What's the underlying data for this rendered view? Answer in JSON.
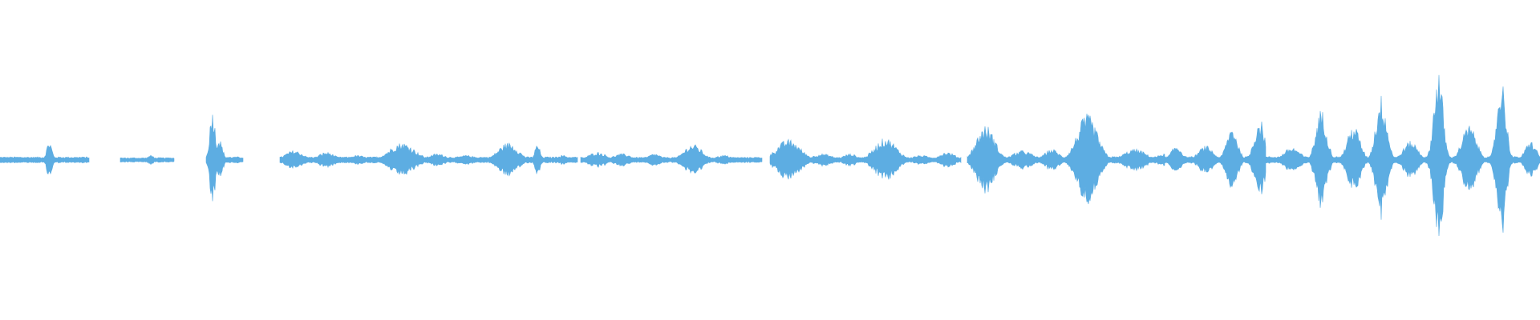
{
  "waveform": {
    "color": "#5dade2",
    "background": "#ffffff",
    "segments": [
      {
        "start": 0.0,
        "end": 0.058,
        "amp": 0.02,
        "bursts": [
          {
            "at": 0.032,
            "amp": 0.12,
            "w": 0.003
          }
        ]
      },
      {
        "start": 0.078,
        "end": 0.113,
        "amp": 0.015,
        "bursts": [
          {
            "at": 0.098,
            "amp": 0.03,
            "w": 0.004
          }
        ]
      },
      {
        "start": 0.134,
        "end": 0.158,
        "amp": 0.02,
        "bursts": [
          {
            "at": 0.138,
            "amp": 0.33,
            "w": 0.003
          },
          {
            "at": 0.142,
            "amp": 0.14,
            "w": 0.004
          }
        ]
      },
      {
        "start": 0.182,
        "end": 0.245,
        "amp": 0.02,
        "bursts": [
          {
            "at": 0.191,
            "amp": 0.06,
            "w": 0.01
          },
          {
            "at": 0.212,
            "amp": 0.05,
            "w": 0.009
          },
          {
            "at": 0.232,
            "amp": 0.03,
            "w": 0.009
          }
        ]
      },
      {
        "start": 0.245,
        "end": 0.318,
        "amp": 0.02,
        "bursts": [
          {
            "at": 0.261,
            "amp": 0.11,
            "w": 0.014
          },
          {
            "at": 0.284,
            "amp": 0.04,
            "w": 0.01
          },
          {
            "at": 0.303,
            "amp": 0.03,
            "w": 0.01
          }
        ]
      },
      {
        "start": 0.318,
        "end": 0.375,
        "amp": 0.02,
        "bursts": [
          {
            "at": 0.33,
            "amp": 0.11,
            "w": 0.011
          },
          {
            "at": 0.349,
            "amp": 0.1,
            "w": 0.003
          },
          {
            "at": 0.365,
            "amp": 0.03,
            "w": 0.008
          }
        ]
      },
      {
        "start": 0.377,
        "end": 0.433,
        "amp": 0.018,
        "bursts": [
          {
            "at": 0.388,
            "amp": 0.05,
            "w": 0.01
          },
          {
            "at": 0.404,
            "amp": 0.04,
            "w": 0.01
          },
          {
            "at": 0.425,
            "amp": 0.04,
            "w": 0.007
          }
        ]
      },
      {
        "start": 0.433,
        "end": 0.495,
        "amp": 0.018,
        "bursts": [
          {
            "at": 0.45,
            "amp": 0.1,
            "w": 0.01
          },
          {
            "at": 0.47,
            "amp": 0.03,
            "w": 0.01
          },
          {
            "at": 0.489,
            "amp": 0.02,
            "w": 0.006
          }
        ]
      },
      {
        "start": 0.5,
        "end": 0.56,
        "amp": 0.018,
        "bursts": [
          {
            "at": 0.512,
            "amp": 0.13,
            "w": 0.013
          },
          {
            "at": 0.534,
            "amp": 0.04,
            "w": 0.011
          },
          {
            "at": 0.552,
            "amp": 0.04,
            "w": 0.008
          }
        ]
      },
      {
        "start": 0.56,
        "end": 0.624,
        "amp": 0.018,
        "bursts": [
          {
            "at": 0.575,
            "amp": 0.14,
            "w": 0.012
          },
          {
            "at": 0.598,
            "amp": 0.03,
            "w": 0.01
          },
          {
            "at": 0.615,
            "amp": 0.05,
            "w": 0.009
          }
        ]
      },
      {
        "start": 0.628,
        "end": 0.69,
        "amp": 0.022,
        "bursts": [
          {
            "at": 0.64,
            "amp": 0.22,
            "w": 0.01
          },
          {
            "at": 0.664,
            "amp": 0.06,
            "w": 0.011
          },
          {
            "at": 0.683,
            "amp": 0.07,
            "w": 0.008
          }
        ]
      },
      {
        "start": 0.69,
        "end": 0.756,
        "amp": 0.022,
        "bursts": [
          {
            "at": 0.706,
            "amp": 0.29,
            "w": 0.011
          },
          {
            "at": 0.737,
            "amp": 0.07,
            "w": 0.012
          },
          {
            "at": 0.755,
            "amp": 0.04,
            "w": 0.006
          }
        ]
      },
      {
        "start": 0.756,
        "end": 0.822,
        "amp": 0.022,
        "bursts": [
          {
            "at": 0.764,
            "amp": 0.09,
            "w": 0.006
          },
          {
            "at": 0.783,
            "amp": 0.09,
            "w": 0.008
          },
          {
            "at": 0.8,
            "amp": 0.21,
            "w": 0.006
          },
          {
            "at": 0.818,
            "amp": 0.26,
            "w": 0.006
          }
        ]
      },
      {
        "start": 0.822,
        "end": 0.905,
        "amp": 0.022,
        "bursts": [
          {
            "at": 0.839,
            "amp": 0.08,
            "w": 0.009
          },
          {
            "at": 0.858,
            "amp": 0.32,
            "w": 0.006
          },
          {
            "at": 0.879,
            "amp": 0.22,
            "w": 0.007
          },
          {
            "at": 0.897,
            "amp": 0.41,
            "w": 0.006
          }
        ]
      },
      {
        "start": 0.905,
        "end": 1.0,
        "amp": 0.022,
        "bursts": [
          {
            "at": 0.916,
            "amp": 0.12,
            "w": 0.008
          },
          {
            "at": 0.934,
            "amp": 0.58,
            "w": 0.005
          },
          {
            "at": 0.954,
            "amp": 0.22,
            "w": 0.008
          },
          {
            "at": 0.975,
            "amp": 0.52,
            "w": 0.005
          },
          {
            "at": 0.994,
            "amp": 0.12,
            "w": 0.006
          }
        ]
      }
    ]
  }
}
